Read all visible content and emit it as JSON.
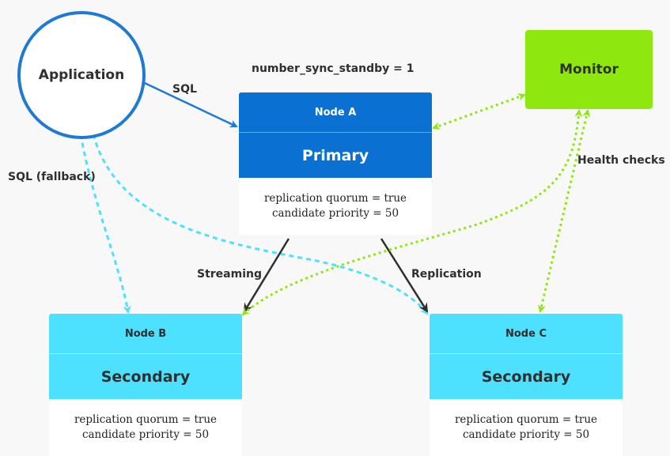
{
  "application": {
    "label": "Application"
  },
  "monitor": {
    "label": "Monitor"
  },
  "top_setting": "number_sync_standby = 1",
  "nodes": [
    {
      "name": "Node A",
      "role": "Primary",
      "line1": "replication quorum = true",
      "line2": "candidate priority = 50"
    },
    {
      "name": "Node B",
      "role": "Secondary",
      "line1": "replication quorum = true",
      "line2": "candidate priority = 50"
    },
    {
      "name": "Node C",
      "role": "Secondary",
      "line1": "replication quorum = true",
      "line2": "candidate priority = 50"
    }
  ],
  "edges": {
    "sql": "SQL",
    "sql_fallback": "SQL (fallback)",
    "streaming": "Streaming",
    "replication": "Replication",
    "health_checks": "Health checks"
  },
  "colors": {
    "primary": "#0a70d2",
    "secondary": "#4de1ff",
    "monitor": "#8ee80f",
    "application_border": "#1e7ad4",
    "fallback_arrow": "#4de1ff",
    "health_arrow": "#8ee80f"
  }
}
